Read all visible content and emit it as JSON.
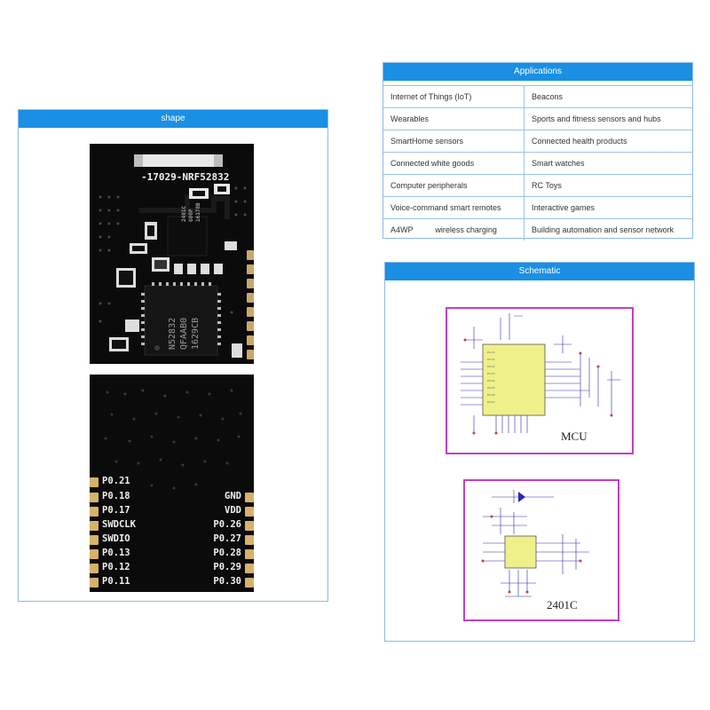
{
  "shape_panel": {
    "title": "shape",
    "top_module": {
      "label": "-17029-NRF52832",
      "chip_lines": [
        "N52832",
        "QFAAB0",
        "1629CB"
      ],
      "small_chip_lines": [
        "2401C",
        "G00P",
        "16178B"
      ]
    },
    "bottom_module": {
      "left_pins": [
        "P0.21",
        "P0.18",
        "P0.17",
        "SWDCLK",
        "SWDIO",
        "P0.13",
        "P0.12",
        "P0.11"
      ],
      "right_pins": [
        "GND",
        "VDD",
        "P0.26",
        "P0.27",
        "P0.28",
        "P0.29",
        "P0.30"
      ]
    }
  },
  "applications": {
    "title": "Applications",
    "rows": [
      [
        "Internet of Things (IoT)",
        "Beacons"
      ],
      [
        "Wearables",
        "Sports and fitness sensors and hubs"
      ],
      [
        "SmartHome sensors",
        "Connected health products"
      ],
      [
        "Connected white goods",
        "Smart watches"
      ],
      [
        "Computer peripherals",
        "RC Toys"
      ],
      [
        "Voice-command smart remotes",
        "Interactive games"
      ],
      [
        "A4WP          wireless charging",
        "Building automation and sensor network"
      ]
    ]
  },
  "schematic": {
    "title": "Schematic",
    "diagrams": [
      {
        "label": "MCU"
      },
      {
        "label": "2401C"
      }
    ]
  },
  "colors": {
    "header_blue": "#1a8fe3",
    "schematic_border": "#c23ec2",
    "schematic_chip": "#f0f08a",
    "pcb": "#0b0b0b",
    "pad_gold": "#d6b26a"
  }
}
